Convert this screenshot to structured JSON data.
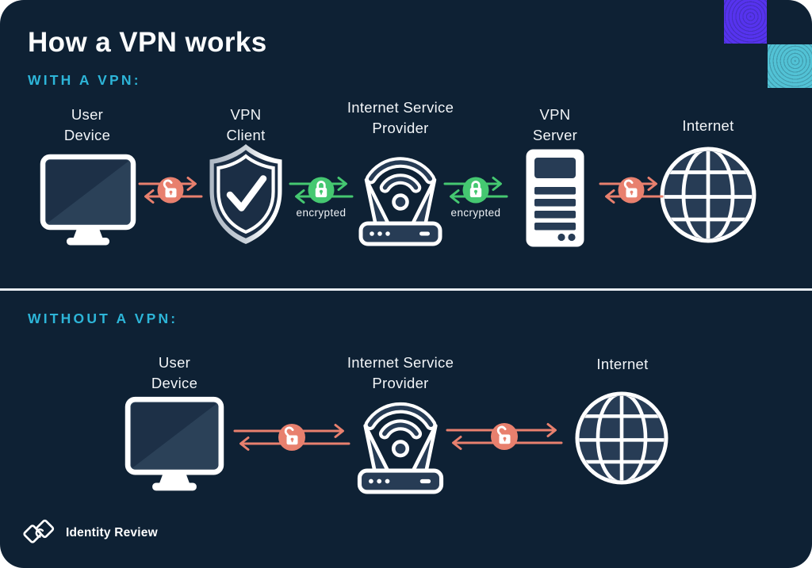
{
  "page": {
    "title": "How a VPN works"
  },
  "brand": {
    "name": "Identity Review"
  },
  "colors": {
    "background": "#0e2134",
    "accent_teal_heading": "#2db5d8",
    "unencrypted_salmon": "#e8806e",
    "encrypted_green": "#45c871",
    "icon_navy_fill": "#273c55",
    "deco_square_purple": "#5633ee",
    "deco_square_teal": "#52c2d5",
    "divider": "#e8edf2",
    "text": "#f2f5f8"
  },
  "sections": [
    {
      "heading": "WITH A VPN:",
      "nodes": [
        {
          "line1": "User",
          "line2": "Device"
        },
        {
          "line1": "VPN",
          "line2": "Client"
        },
        {
          "line1": "Internet Service",
          "line2": "Provider"
        },
        {
          "line1": "VPN",
          "line2": "Server"
        },
        {
          "line1": "Internet",
          "line2": ""
        }
      ],
      "connections": [
        {
          "from": "User Device",
          "to": "VPN Client",
          "state": "unencrypted",
          "label": ""
        },
        {
          "from": "VPN Client",
          "to": "Internet Service Provider",
          "state": "encrypted",
          "label": "encrypted"
        },
        {
          "from": "Internet Service Provider",
          "to": "VPN Server",
          "state": "encrypted",
          "label": "encrypted"
        },
        {
          "from": "VPN Server",
          "to": "Internet",
          "state": "unencrypted",
          "label": ""
        }
      ]
    },
    {
      "heading": "WITHOUT A VPN:",
      "nodes": [
        {
          "line1": "User",
          "line2": "Device"
        },
        {
          "line1": "Internet Service",
          "line2": "Provider"
        },
        {
          "line1": "Internet",
          "line2": ""
        }
      ],
      "connections": [
        {
          "from": "User Device",
          "to": "Internet Service Provider",
          "state": "unencrypted",
          "label": ""
        },
        {
          "from": "Internet Service Provider",
          "to": "Internet",
          "state": "unencrypted",
          "label": ""
        }
      ]
    }
  ]
}
